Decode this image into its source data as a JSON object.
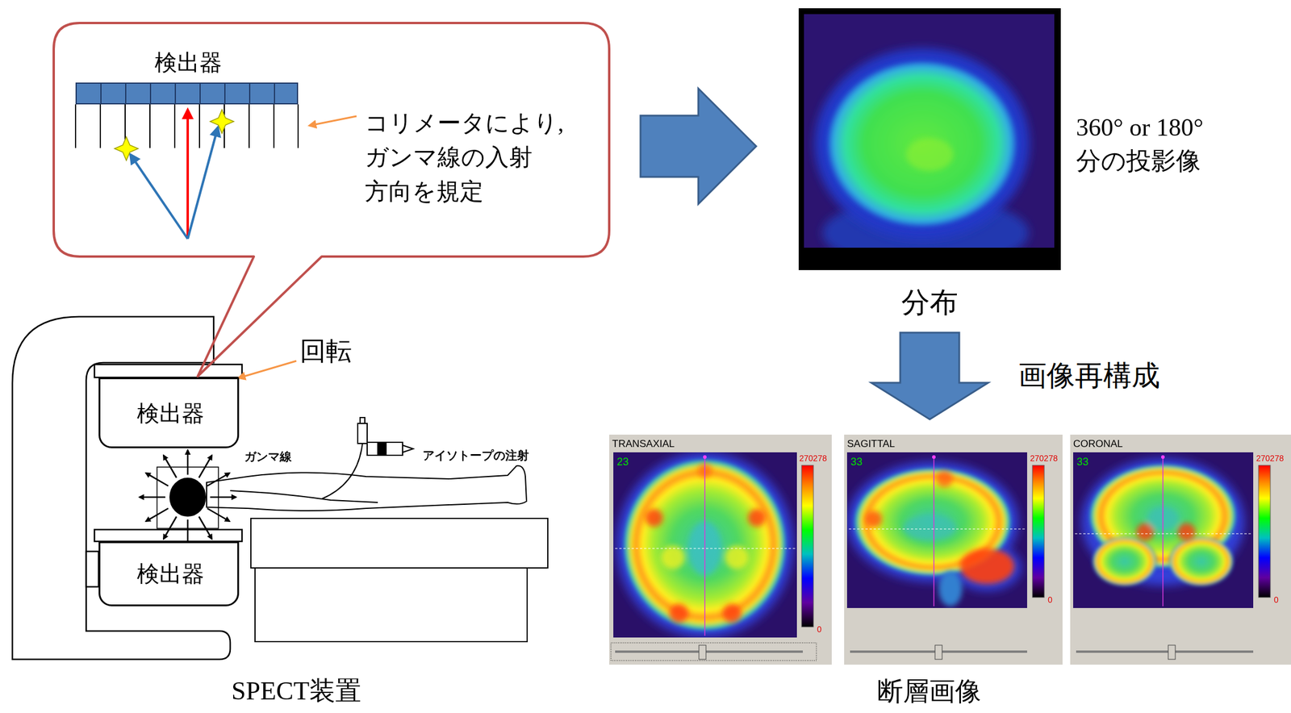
{
  "diagram": {
    "nodes": [
      {
        "text": [
          "コリメータにより, ガンマ線の入射 方向を規定"
        ]
      },
      {
        "text": [
          "検出器"
        ],
        "in": 0
      },
      {
        "text": [
          "分布"
        ]
      },
      {
        "text": [
          "検出器"
        ]
      },
      {
        "text": [
          "検出器"
        ]
      },
      {
        "text": [
          "断層画像"
        ]
      },
      {
        "text": [
          "TRANSAXIAL",
          "23",
          "270278",
          "0"
        ],
        "in": 5
      },
      {
        "text": [
          "SAGITTAL",
          "33",
          "270278",
          "0"
        ],
        "in": 5
      },
      {
        "text": [
          "CORONAL",
          "33",
          "270278",
          "0"
        ],
        "in": 5
      }
    ],
    "edges": [
      {
        "from": 0,
        "to": 2,
        "arrow": "to"
      },
      {
        "from": 2,
        "to": 5,
        "label": "画像再構成",
        "arrow": "to"
      }
    ],
    "labels": [
      "回転",
      "ガンマ線",
      "アイソトープの注射",
      "360° or 180° 分の投影像",
      "SPECT装置"
    ]
  }
}
